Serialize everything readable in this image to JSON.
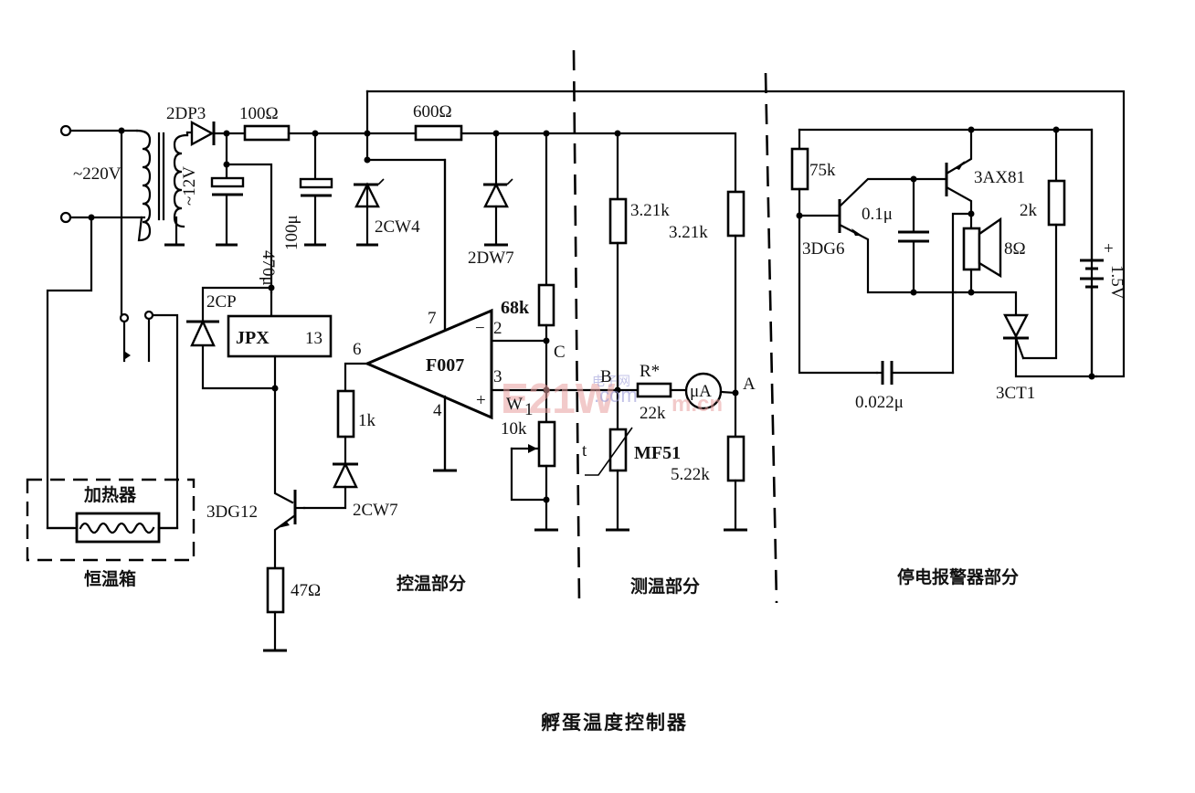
{
  "title": "孵蛋温度控制器",
  "sections": {
    "incubator": "恒温箱",
    "heater": "加热器",
    "control": "控温部分",
    "measure": "测温部分",
    "alarm": "停电报警器部分"
  },
  "power_supply": {
    "mains": "~220V",
    "secondary": "~12V",
    "rectifier": "2DP3",
    "r_series": "100Ω",
    "c1": "470μ",
    "c2": "100μ",
    "zener1": "2CW4",
    "r_600": "600Ω",
    "zener2": "2DW7"
  },
  "control_part": {
    "relay_diode": "2CP",
    "relay": "JPX",
    "relay_pin": "13",
    "opamp": "F007",
    "pins": {
      "p7": "7",
      "p6": "6",
      "p2": "2",
      "p3": "3",
      "p4": "4",
      "minus": "−",
      "plus": "+"
    },
    "r_68k": "68k",
    "node_c": "C",
    "pot_name": "W",
    "pot_sub": "1",
    "pot_value": "10k",
    "r_1k": "1k",
    "zener3": "2CW7",
    "transistor": "3DG12",
    "r_47": "47Ω"
  },
  "measure_part": {
    "r_321a": "3.21k",
    "r_321b": "3.21k",
    "node_b": "B",
    "node_a": "A",
    "r_star": "R*",
    "r_star_value": "22k",
    "meter": "μA",
    "thermistor_t": "t",
    "thermistor": "MF51",
    "r_522": "5.22k"
  },
  "alarm_part": {
    "r_75k": "75k",
    "t1": "3DG6",
    "cap_01": "0.1μ",
    "t2": "3AX81",
    "r_2k": "2k",
    "speaker": "8Ω",
    "battery": "1.5V",
    "battery_plus": "+",
    "cap_0022": "0.022μ",
    "scr": "3CT1"
  },
  "watermark": {
    "logo": "E21W",
    "sub": ".com",
    "site": "m.cn",
    "cn": "电子网"
  }
}
